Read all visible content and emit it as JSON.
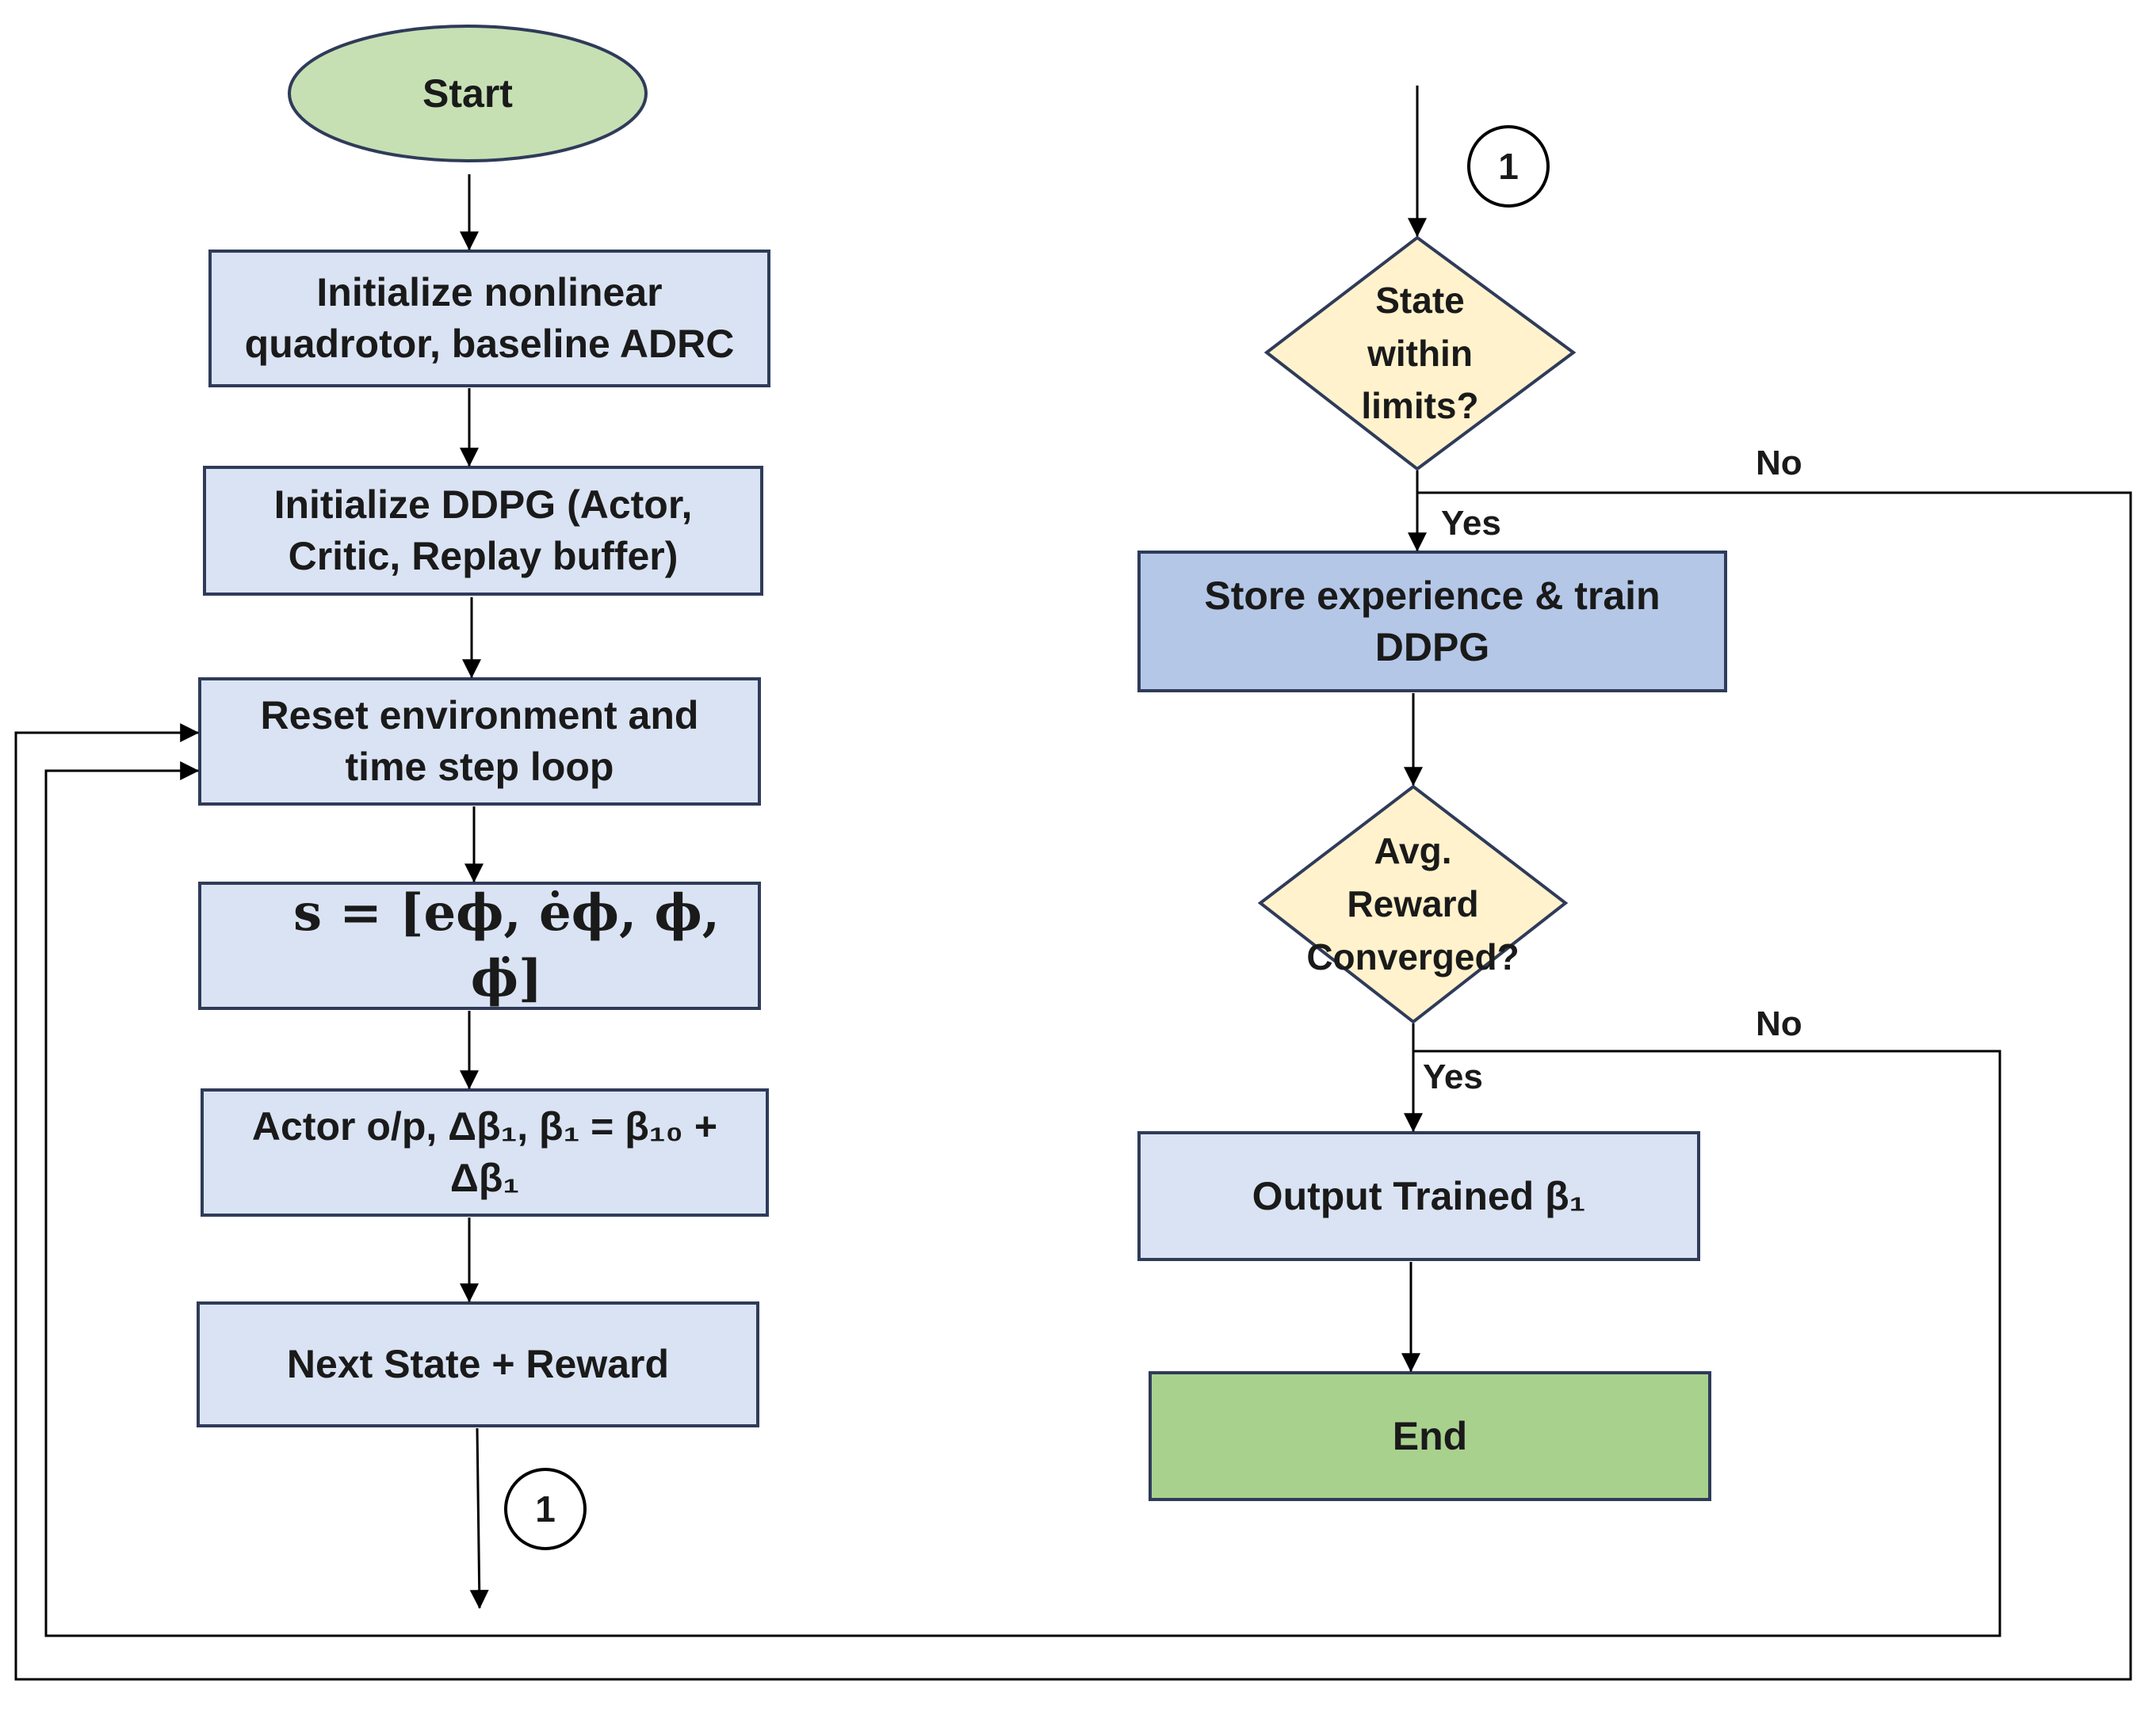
{
  "nodes": {
    "start": {
      "label": "Start",
      "color": "#c6e0b4"
    },
    "init_quadrotor": {
      "label": "Initialize nonlinear\nquadrotor, baseline ADRC",
      "color": "#dae3f3"
    },
    "init_ddpg": {
      "label": "Initialize DDPG (Actor,\nCritic, Replay buffer)",
      "color": "#dae3f3"
    },
    "reset_env": {
      "label": "Reset environment and\ntime step loop",
      "color": "#dae3f3"
    },
    "state_vector": {
      "label": "s = [eϕ, ėϕ, ϕ, ϕ̇]",
      "color": "#dae3f3"
    },
    "actor_output": {
      "label": "Actor o/p, Δβ₁, β₁ = β₁₀ +\nΔβ₁",
      "color": "#dae3f3"
    },
    "next_state": {
      "label": "Next State + Reward",
      "color": "#dae3f3"
    },
    "state_limits": {
      "label": "State\nwithin\nlimits?",
      "color": "#fff2cc"
    },
    "store_train": {
      "label": "Store experience & train\nDDPG",
      "color": "#b4c7e7"
    },
    "reward_converged": {
      "label": "Avg.\nReward\nConverged?",
      "color": "#fff2cc"
    },
    "output_trained": {
      "label": "Output Trained β₁",
      "color": "#dae3f3"
    },
    "end": {
      "label": "End",
      "color": "#a9d18e"
    }
  },
  "connectors": {
    "left": "1",
    "right": "1"
  },
  "edge_labels": {
    "limits_yes": "Yes",
    "limits_no": "No",
    "converged_yes": "Yes",
    "converged_no": "No"
  },
  "colors": {
    "box_border": "#2f3b59",
    "line": "#000000"
  }
}
